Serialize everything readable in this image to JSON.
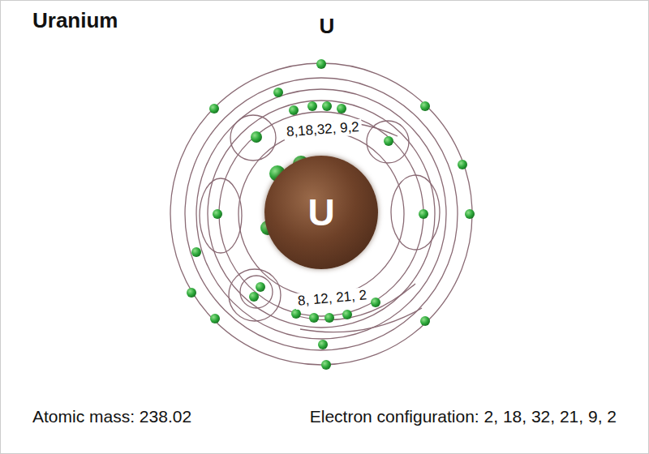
{
  "diagram": {
    "title": "Uranium",
    "nodes": [
      {
        "text": [
          "U"
        ]
      }
    ],
    "labels": [
      "U",
      "8,18,32, 9,2",
      "8, 12, 21, 2",
      "Atomic mass: 238.02",
      "Electron configuration: 2, 18, 32, 21, 9, 2"
    ]
  }
}
